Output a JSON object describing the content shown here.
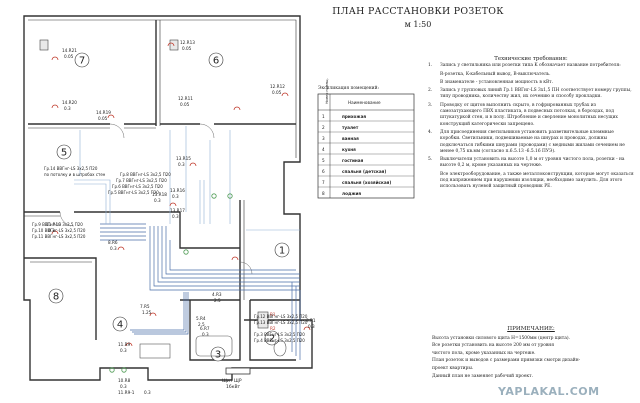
{
  "header": {
    "title": "ПЛАН РАССТАНОВКИ РОЗЕТОК",
    "scale": "м 1:50"
  },
  "legend": {
    "title": "Экспликация помещений:",
    "col_num": "Номер помещ.",
    "col_name": "Наименование",
    "rows": [
      {
        "num": "1",
        "name": "прихожая"
      },
      {
        "num": "2",
        "name": "туалет"
      },
      {
        "num": "3",
        "name": "ванная"
      },
      {
        "num": "4",
        "name": "кухня"
      },
      {
        "num": "5",
        "name": "гостиная"
      },
      {
        "num": "6",
        "name": "спальня (детская)"
      },
      {
        "num": "7",
        "name": "спальня (хозяйская)"
      },
      {
        "num": "8",
        "name": "лоджия"
      }
    ]
  },
  "requirements": {
    "heading": "Технические требования:",
    "items": [
      {
        "num": "1.",
        "text": "Запись у светильника или розетки типа K обозначает название потребителя:"
      },
      {
        "num": "",
        "text": "R-розетка, K-кабельный вывод, В-выключатель."
      },
      {
        "num": "",
        "text": "В знаменателе - установленная мощность в кВт."
      },
      {
        "num": "2.",
        "text": "Запись у групповых линий Гр.1 ВВГнг-LS 3х1,5 ПН соответствует номеру группы, типу проводника, количеству жил, их сечению и способу прокладки."
      },
      {
        "num": "3.",
        "text": "Проводку от щитов выполнить скрыто, в гофрированных трубах из самозатухающего ПВХ пластиката, в подвесных потолках, в бороздах, под штукатуркой стен, и в полу. Штробление и сверление монолитных несущих конструкций категорически запрещено."
      },
      {
        "num": "4.",
        "text": "Для присоединения светильников установить разветвительные клеммные коробки. Светильники, подвешиваемые на шнурах и проводах, должны подключаться гибкими шнурами (проводами) с медными жилами сечением не менее 0,75 кв.мм (согласно п.6.5.13 -6.5.16 ПУЭ)."
      },
      {
        "num": "5.",
        "text": "Выключатели установить на высоте 1,0 м от уровня чистого пола, розетки - на высоте 0,2 м, кроме указанных на чертеже."
      },
      {
        "num": "",
        "text": "Все электрооборудование, а также металлоконструкции, которые могут оказаться под напряжением при нарушении изоляции, необходимо занулить. Для этого использовать нулевой защитный проводник PE."
      }
    ]
  },
  "notes": {
    "heading": "ПРИМЕЧАНИЕ:",
    "lines": [
      "Высота установки силового щита Н=1500мм (центр щита).",
      "Все розетки установить на высоте 200 мм от уровня",
      "чистого пола, кроме указанных на чертеже.",
      "План розеток и выводов с размерами привязки смотри дизайн-",
      "проект квартиры.",
      "Данный план не заменяет рабочий проект."
    ]
  },
  "rooms": [
    {
      "num": "1"
    },
    {
      "num": "2"
    },
    {
      "num": "3"
    },
    {
      "num": "4"
    },
    {
      "num": "5"
    },
    {
      "num": "6"
    },
    {
      "num": "7"
    },
    {
      "num": "8"
    }
  ],
  "socket_labels": [
    {
      "code": "14.R21",
      "power": "0.05"
    },
    {
      "code": "14.R20",
      "power": "0.3"
    },
    {
      "code": "14.R19",
      "power": "0.05"
    },
    {
      "code": "12.R13",
      "power": "0.05"
    },
    {
      "code": "12.R11",
      "power": "0.05"
    },
    {
      "code": "12.R12",
      "power": "0.05"
    },
    {
      "code": "13.R15",
      "power": "0.3"
    },
    {
      "code": "13.R16",
      "power": "0.3"
    },
    {
      "code": "13.R17",
      "power": "0.3"
    },
    {
      "code": "13.R18",
      "power": "0.3"
    },
    {
      "code": "11.R10",
      "power": "0.3"
    },
    {
      "code": "8.R6",
      "power": "0.3"
    },
    {
      "code": "7.R5",
      "power": "1.25"
    },
    {
      "code": "5.R4",
      "power": "2.5"
    },
    {
      "code": "4.R3",
      "power": "2.5"
    },
    {
      "code": "6.R7",
      "power": "0.3"
    },
    {
      "code": "3.R1",
      "power": "0.3"
    },
    {
      "code": "11.R9",
      "power": "0.3"
    },
    {
      "code": "10.R8",
      "power": "0.3"
    },
    {
      "code": "11.R9-1",
      "power": "0.3"
    },
    {
      "code": "R1",
      "power": ""
    },
    {
      "code": "R2",
      "power": ""
    }
  ],
  "group_lines": [
    "Гр.14 ВВГнг-LS 3х2,5 П20",
    "Гр.8 ВВГнг-LS 3х2,5 П20",
    "Гр.7 ВВГнг-LS 3х2,5 П20",
    "Гр.6 ВВГнг-LS 3х2,5 П20",
    "Гр.5 ВВГнг-LS 3х2,5 П20",
    "Гр.9 ВВГнг-LS 3х2,5 П20",
    "Гр.10 ВВГнг-LS 3х2,5 П20",
    "Гр.11 ВВГнг-LS 3х2,5 П20",
    "Гр.12 ВВГнг-LS 3х2,5 П20",
    "Гр.13 ВВГнг-LS 3х2,5 П20",
    "Гр.3 ВВГнг-LS 3х2,5 П20",
    "Гр.4 ВВГнг-LS 3х2,5 П20"
  ],
  "route_notes": [
    "по потолку и в штробах стен"
  ],
  "panel": {
    "label": "Щит ЩР",
    "sub": "16кВт"
  },
  "watermark": "YAPLAKAL.COM",
  "colors": {
    "line": "#2b2b2b",
    "wall": "#3a3a3a",
    "cable": "#4a6ea8",
    "cable_light": "#8fb0d6",
    "green": "#4c9a52",
    "red": "#c0392b"
  }
}
